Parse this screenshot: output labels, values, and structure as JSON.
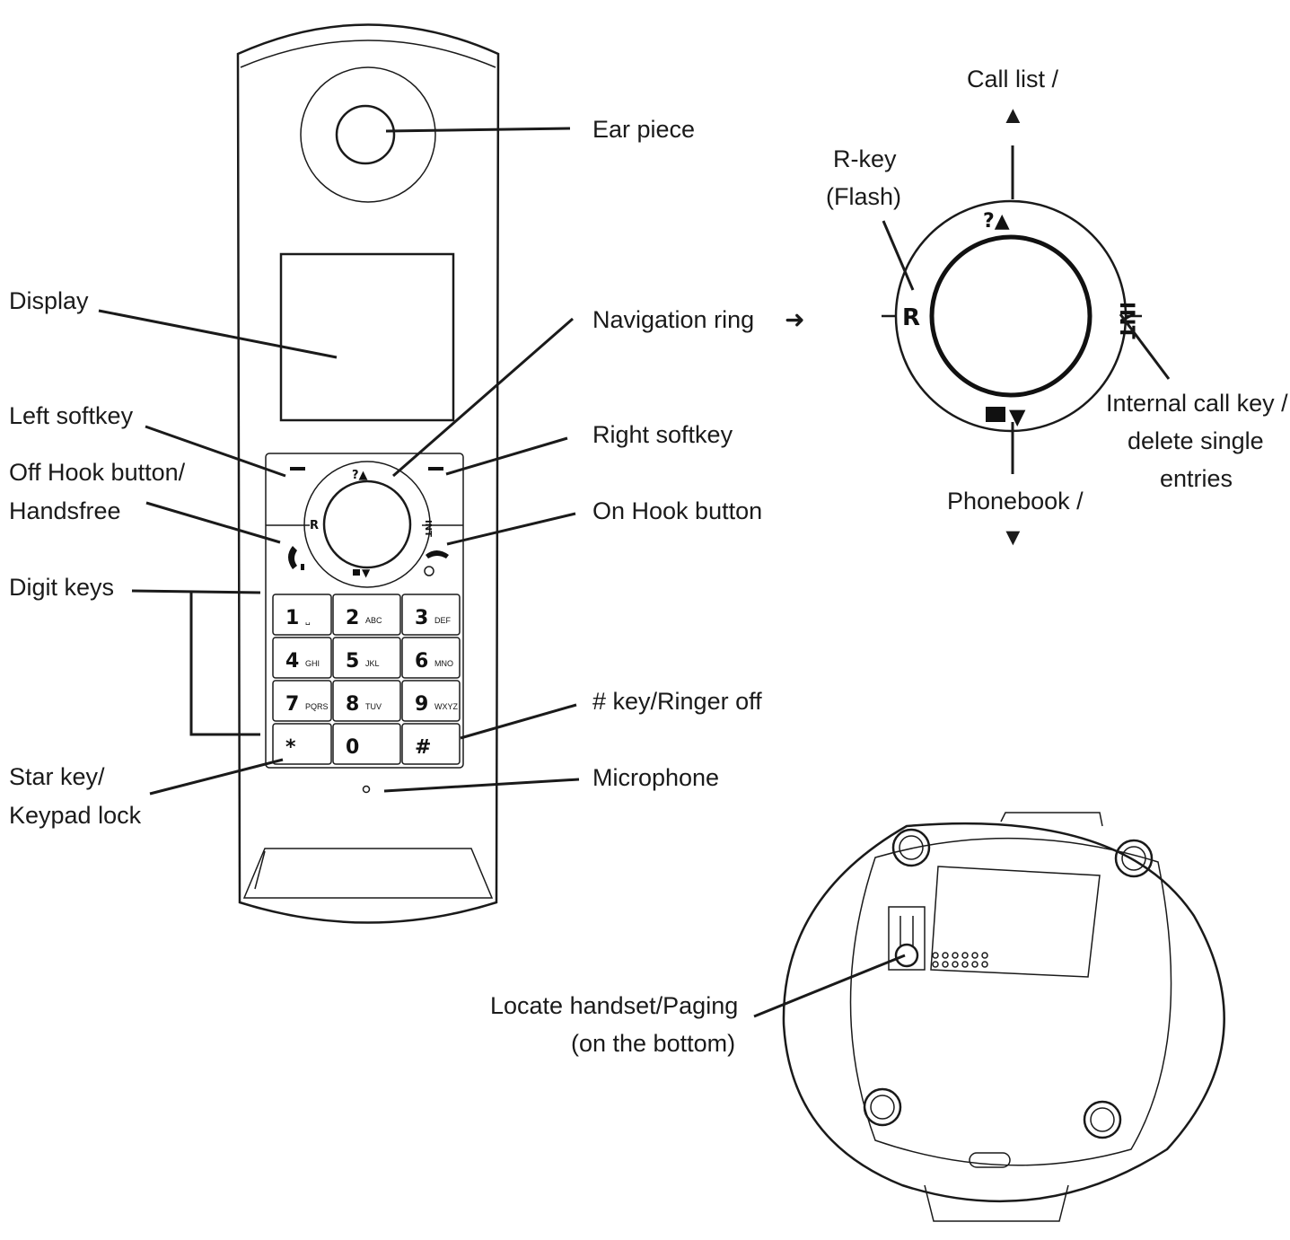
{
  "labels": {
    "ear_piece": "Ear piece",
    "display": "Display",
    "navigation_ring": "Navigation ring",
    "left_softkey": "Left softkey",
    "right_softkey": "Right softkey",
    "off_hook_1": "Off Hook button/",
    "off_hook_2": "Handsfree",
    "on_hook": "On Hook button",
    "digit_keys": "Digit keys",
    "hash_key": "# key/Ringer off",
    "star_key_1": "Star key/",
    "star_key_2": "Keypad lock",
    "microphone": "Microphone",
    "call_list": "Call list /",
    "r_key_1": "R-key",
    "r_key_2": "(Flash)",
    "internal_1": "Internal call key /",
    "internal_2": "delete single",
    "internal_3": "entries",
    "phonebook": "Phonebook /",
    "locate_1": "Locate handset/Paging",
    "locate_2": "(on the bottom)"
  },
  "symbols": {
    "arrow_right": "➜",
    "triangle_up": "▲",
    "triangle_down": "▼",
    "ring_r": "R",
    "ring_int": "INT",
    "ring_top": "?▲",
    "ring_bottom": "▼"
  },
  "keypad": [
    {
      "digit": "1",
      "sub": "␣"
    },
    {
      "digit": "2",
      "sub": "ABC"
    },
    {
      "digit": "3",
      "sub": "DEF"
    },
    {
      "digit": "4",
      "sub": "GHI"
    },
    {
      "digit": "5",
      "sub": "JKL"
    },
    {
      "digit": "6",
      "sub": "MNO"
    },
    {
      "digit": "7",
      "sub": "PQRS"
    },
    {
      "digit": "8",
      "sub": "TUV"
    },
    {
      "digit": "9",
      "sub": "WXYZ"
    },
    {
      "digit": "*",
      "sub": ""
    },
    {
      "digit": "0",
      "sub": ""
    },
    {
      "digit": "#",
      "sub": ""
    }
  ]
}
